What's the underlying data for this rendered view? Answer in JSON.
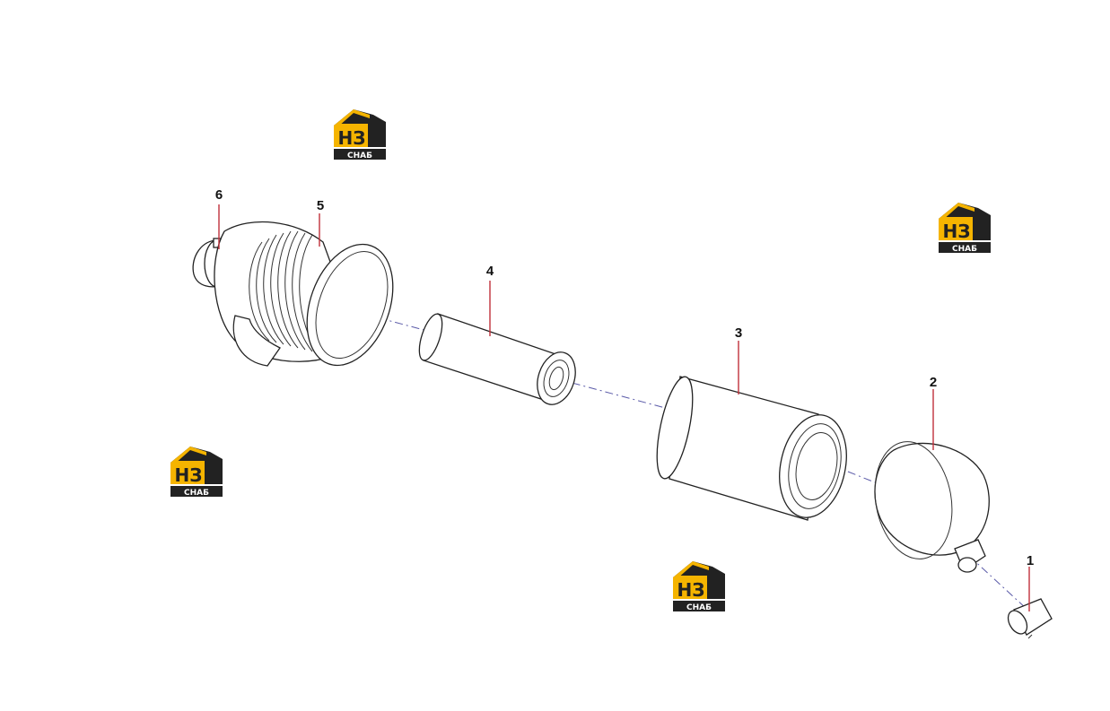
{
  "diagram": {
    "callouts": [
      "1",
      "2",
      "3",
      "4",
      "5",
      "6"
    ]
  },
  "watermark": {
    "logo_text": "НЗ",
    "logo_sub": "СНАБ",
    "colors": {
      "roof": "#f5b400",
      "dark": "#222222",
      "light": "#ffffff"
    }
  }
}
